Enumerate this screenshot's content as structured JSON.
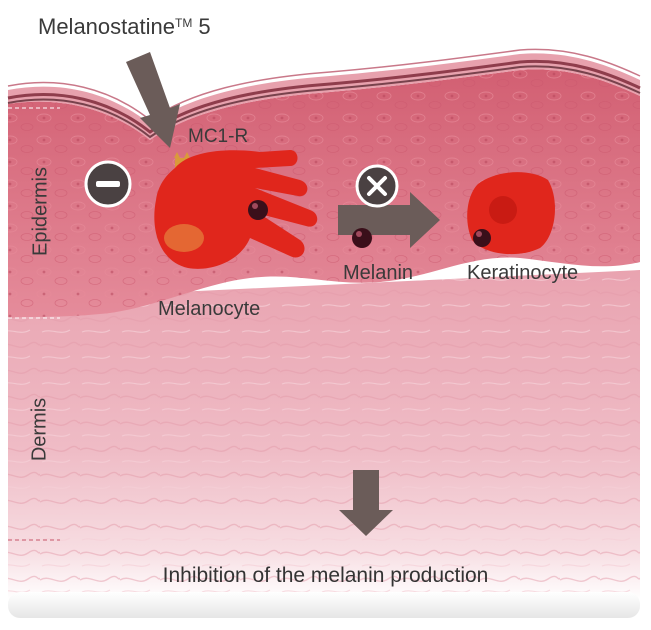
{
  "labels": {
    "product": "Melanostatine",
    "product_tm": "TM",
    "product_number": " 5",
    "receptor": "MC1-R",
    "melanocyte": "Melanocyte",
    "melanin": "Melanin",
    "keratinocyte": "Keratinocyte",
    "epidermis": "Epidermis",
    "dermis": "Dermis",
    "result": "Inhibition of the melanin production"
  },
  "colors": {
    "arrow": "#6b5c59",
    "cell_red": "#e0261c",
    "cell_dark": "#c41a12",
    "melanin_granule": "#3a0f1a",
    "skin_epidermis": "#d9707f",
    "skin_dermis": "#efbcc6",
    "text": "#3a3a3a"
  },
  "icons": {
    "inhibit": "minus-circle-icon",
    "block": "x-circle-icon"
  }
}
